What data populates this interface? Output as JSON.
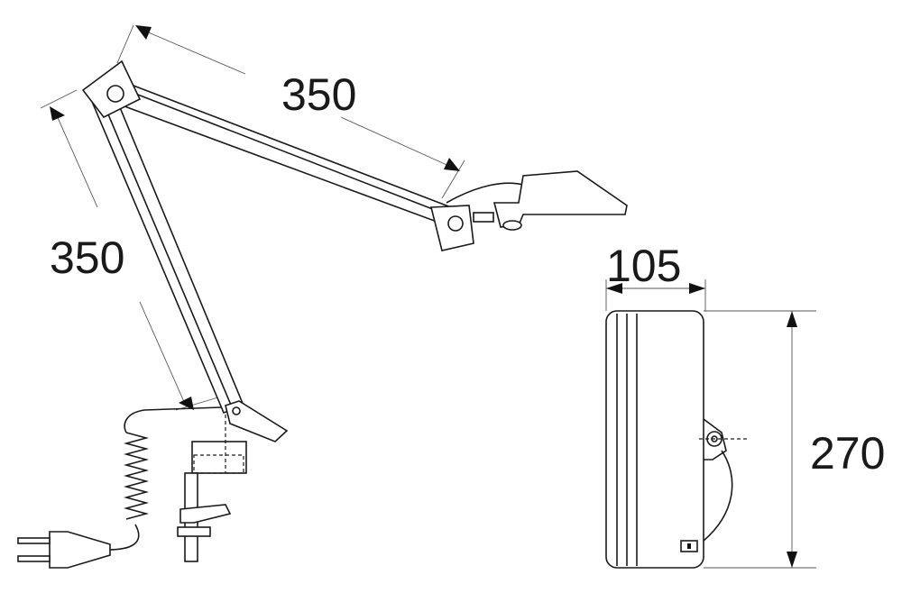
{
  "dimensions": {
    "upper_arm": "350",
    "lower_arm": "350",
    "head_width": "105",
    "head_length": "270"
  },
  "colors": {
    "line": "#1a1a1a",
    "background": "#ffffff"
  }
}
